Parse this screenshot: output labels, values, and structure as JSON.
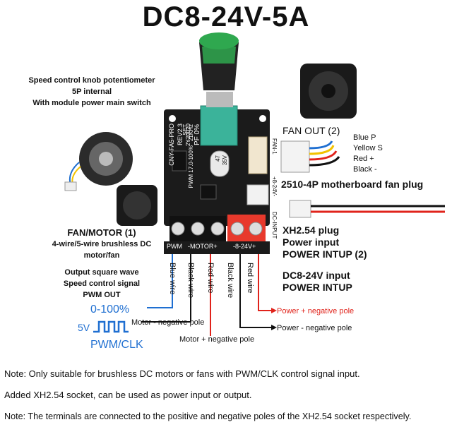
{
  "title": "DC8-24V-5A",
  "knob_label": [
    "Speed control knob potentiometer",
    "5P internal",
    "With module power main switch"
  ],
  "fan_out": {
    "label": "FAN OUT (2)",
    "wires": [
      "Blue P",
      "Yellow S",
      "Red +",
      "Black -"
    ],
    "plug": "2510-4P motherboard fan plug"
  },
  "xh_plug": [
    "XH2.54 plug",
    "Power input",
    "POWER INTUP (2)"
  ],
  "dc_input": [
    "DC8-24V input",
    "POWER INTUP"
  ],
  "fan_motor": [
    "FAN/MOTOR  (1)",
    "4-wire/5-wire brushless DC",
    "motor/fan"
  ],
  "output": [
    "Output square wave",
    "Speed control signal",
    "PWM OUT"
  ],
  "board": {
    "model": "CNY-FA5-PRO",
    "rev": "REV2.3",
    "date": "2Y20020",
    "pwm_range": "PWM 17.0-100%",
    "freq": "21KHz",
    "set": "SET",
    "pf": "PF 0%",
    "cap_value": "47",
    "cap_voltage": "35V",
    "fan_header": "FAN-1",
    "dc_header": "+8-24V-",
    "dc_input_label": "DC-INPUT",
    "term_labels": [
      "PWM",
      "-MOTOR+",
      "-8-24V+"
    ]
  },
  "wires": [
    "Blue wire",
    "Black wire",
    "Red wire",
    "Black wire",
    "Red wire"
  ],
  "pwm_signal": {
    "range": "0-100%",
    "voltage": "5V",
    "name": "PWM/CLK"
  },
  "poles": {
    "motor_neg": "Motor - negative pole",
    "motor_pos": "Motor + negative pole",
    "power_pos": "Power + negative pole",
    "power_neg": "Power - negative pole"
  },
  "notes": [
    "Note: Only suitable for brushless DC motors or fans with PWM/CLK control signal input.",
    "Added XH2.54 socket, can be used as power input or output.",
    "Note: The terminals are connected to the positive and negative poles of the XH2.54 socket respectively."
  ],
  "colors": {
    "blue": "#1f6fd1",
    "red": "#e0231b",
    "black": "#111111",
    "board": "#1b1b1b",
    "terminal": "#e8392c",
    "knob": "#2fa84f"
  }
}
